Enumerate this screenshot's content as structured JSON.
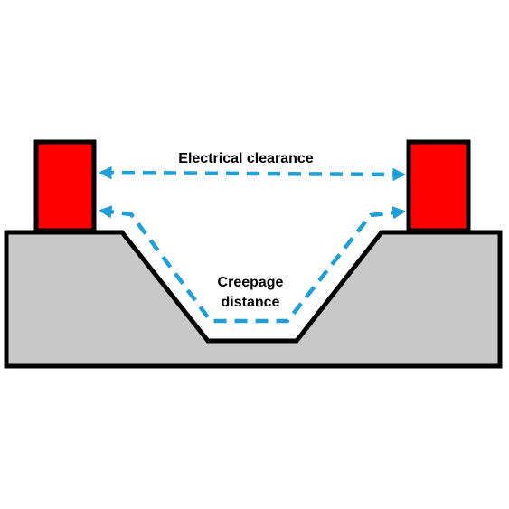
{
  "labels": {
    "clearance": "Electrical clearance",
    "creepage_line1": "Creepage",
    "creepage_line2": "distance"
  },
  "colors": {
    "background": "#ffffff",
    "substrate_fill": "#c8c8c8",
    "outline": "#000000",
    "conductor_fill": "#ff0000",
    "measurement_arrow": "#1e9fd8",
    "label_text": "#000000"
  }
}
